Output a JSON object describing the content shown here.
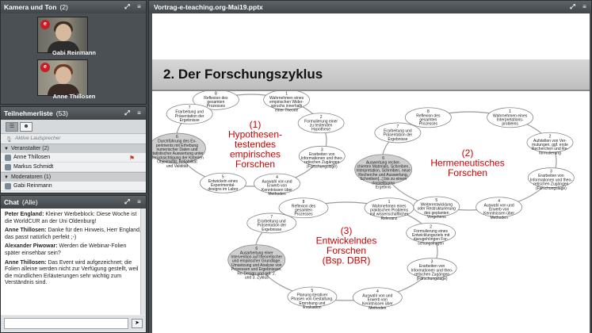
{
  "camera_pod": {
    "title": "Kamera und Ton",
    "count": "(2)",
    "videos": [
      {
        "name": "Gabi Reinmann"
      },
      {
        "name": "Anne Thillosen"
      }
    ]
  },
  "participants_pod": {
    "title": "Teilnehmerliste",
    "count": "(53)",
    "active_speaker": "Aktive Lautsprecher",
    "groups": [
      {
        "label": "Veranstalter (2)",
        "members": [
          "Anne Thillosen",
          "Markus Schmidt"
        ]
      },
      {
        "label": "Moderatoren (1)",
        "members": [
          "Gabi Reinmann"
        ]
      }
    ]
  },
  "chat_pod": {
    "title": "Chat",
    "scope": "(Alle)",
    "messages": [
      {
        "author": "Peter England:",
        "text": "Kleiner Werbeblock: Diese Woche ist die WorldCUR an der Uni Oldenburg!"
      },
      {
        "author": "Anne Thillosen:",
        "text": "Danke für den Hinweis, Herr England, das passt natürlich perfekt ;-)"
      },
      {
        "author": "Alexander Piwowar:",
        "text": "Werden die Webinar-Folien  später einsehbar sein?"
      },
      {
        "author": "Anne Thillosen:",
        "text": "Das Event wird aufgezeichnet; die Folien alleine werden nicht zur Verfügung gestellt, weil die mündlichen Erläuterungen sehr wichtig zum Verständnis sind."
      }
    ]
  },
  "share_pod": {
    "title": "Vortrag-e-teaching.org-Mai19.pptx",
    "slide_title": "2. Der Forschungszyklus",
    "cycles": [
      {
        "label_num": "(1)",
        "label_lines": [
          "Hypothesen-",
          "testendes",
          "empirisches",
          "Forschen"
        ],
        "nodes": [
          {
            "n": "8",
            "lines": [
              "Reflexion des",
              "gesamten",
              "Prozesses"
            ]
          },
          {
            "n": "1",
            "lines": [
              "Wahrnehmen eines",
              "empirischen Wider-",
              "spruchs innerhalb",
              "einer Theorie"
            ]
          },
          {
            "n": "2",
            "lines": [
              "Formulierung einer",
              "zu testenden",
              "Hypothese"
            ]
          },
          {
            "n": "3",
            "lines": [
              "Erarbeiten von",
              "Informationen und theo-",
              "retischen Zugängen",
              "(Forschungslage)"
            ]
          },
          {
            "n": "4",
            "lines": [
              "Auswahl von und",
              "Erwerb von",
              "Kenntnissen über",
              "Methoden"
            ]
          },
          {
            "n": "5",
            "lines": [
              "Entwickeln eines",
              "Experimental-",
              "designs im Labor"
            ]
          },
          {
            "n": "6",
            "lines": [
              "Durchführung des Ex-",
              "periments mit Erhebung",
              "numerischer Daten und",
              "statistischer Auswertung unter",
              "Berücksichtigung der Kriterien",
              "Objektivität, Reliabilität",
              "und Validität"
            ]
          },
          {
            "n": "7",
            "lines": [
              "Erarbeitung und",
              "Präsentation der",
              "Ergebnisse"
            ]
          }
        ]
      },
      {
        "label_num": "(2)",
        "label_lines": [
          "Hermeneutisches",
          "Forschen"
        ],
        "nodes": [
          {
            "n": "8",
            "lines": [
              "Reflexion des",
              "gesamten",
              "Prozesses"
            ]
          },
          {
            "n": "1",
            "lines": [
              "Wahrnehmen eines",
              "Interpretations-",
              "problems"
            ]
          },
          {
            "n": "2",
            "lines": [
              "Aufstellen von Ver-",
              "mutungen, ggf. erste",
              "Recherchen und Re-",
              "formulierung"
            ]
          },
          {
            "n": "3",
            "lines": [
              "Erarbeiten von",
              "Informationen und theo-",
              "retischen Zugängen",
              "(Forschungslage)"
            ]
          },
          {
            "n": "4",
            "lines": [
              "Auswahl von und",
              "Erwerb von",
              "Kenntnissen über",
              "Methoden"
            ]
          },
          {
            "n": "5",
            "lines": [
              "Weiterentwicklung",
              "oder Restrukturierung",
              "des geplanten",
              "Vorgehens"
            ]
          },
          {
            "n": "6",
            "lines": [
              "Auswertung recher-",
              "chierten Materials, Schreiben,",
              "Interpretation, Schreiben, neue",
              "Recherche und Auswertung,",
              "Schreiben[...] bis zu einem",
              "darstellbaren",
              "Ergebnis"
            ]
          },
          {
            "n": "7",
            "lines": [
              "Erarbeitung und",
              "Präsentation der",
              "Ergebnisse"
            ]
          }
        ]
      },
      {
        "label_num": "(3)",
        "label_lines": [
          "Entwickelndes",
          "Forschen",
          "(Bsp. DBR)"
        ],
        "nodes": [
          {
            "n": "8",
            "lines": [
              "Reflexion des",
              "gesamten",
              "Prozesses"
            ]
          },
          {
            "n": "1",
            "lines": [
              "Wahrnehmen eines",
              "praktischen Problems",
              "mit wissenschaftlicher",
              "Relevanz"
            ]
          },
          {
            "n": "2",
            "lines": [
              "Formulierung eines",
              "Entwicklungsziels mit",
              "dazugehörigen For-",
              "schungsfragen"
            ]
          },
          {
            "n": "3",
            "lines": [
              "Erarbeiten von",
              "Informationen und theo-",
              "retischen Zugängen",
              "(Forschungslage)"
            ]
          },
          {
            "n": "4",
            "lines": [
              "Auswahl von und",
              "Erwerb von",
              "Kenntnissen über",
              "Methoden"
            ]
          },
          {
            "n": "5",
            "lines": [
              "Planung iterativer",
              "Phasen von Gestaltung,",
              "Erprobung und",
              "Evaluation"
            ]
          },
          {
            "n": "6",
            "lines": [
              "Ausarbeitung einer",
              "Intervention auf theoretischer",
              "und empirischer Grundlage.",
              "Umsetzung und Analyse von",
              "Prozessen und Ergebnissen.",
              "Re-Design und ggf. 2.",
              "und 3. Zyklus"
            ]
          },
          {
            "n": "7",
            "lines": [
              "Erarbeitung und",
              "Präsentation der",
              "Ergebnisse"
            ]
          }
        ]
      }
    ]
  },
  "colors": {
    "chrome_dark": "#454a4e",
    "accent_red": "#cc0000",
    "node_highlight": "#cfcfcf"
  },
  "icons": [
    "fullscreen-icon",
    "menu-icon",
    "microphone-icon",
    "person-icon",
    "flag-icon",
    "send-icon"
  ]
}
